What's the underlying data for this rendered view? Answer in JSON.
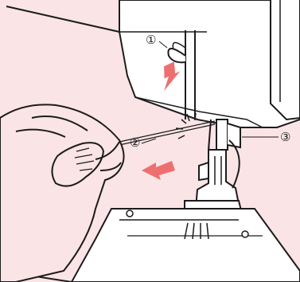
{
  "diagram": {
    "callouts": [
      {
        "id": "1",
        "text": "①"
      },
      {
        "id": "2",
        "text": "②"
      },
      {
        "id": "3",
        "text": "③"
      }
    ],
    "colors": {
      "background": "#fbe4e6",
      "machine_body": "#ffffff",
      "outline": "#1c1c1c",
      "arrow": "#ee6f6f"
    },
    "icons": [
      "thread-guide",
      "presser-foot",
      "needle-plate",
      "hand",
      "thread",
      "arrow-up",
      "arrow-left"
    ]
  }
}
